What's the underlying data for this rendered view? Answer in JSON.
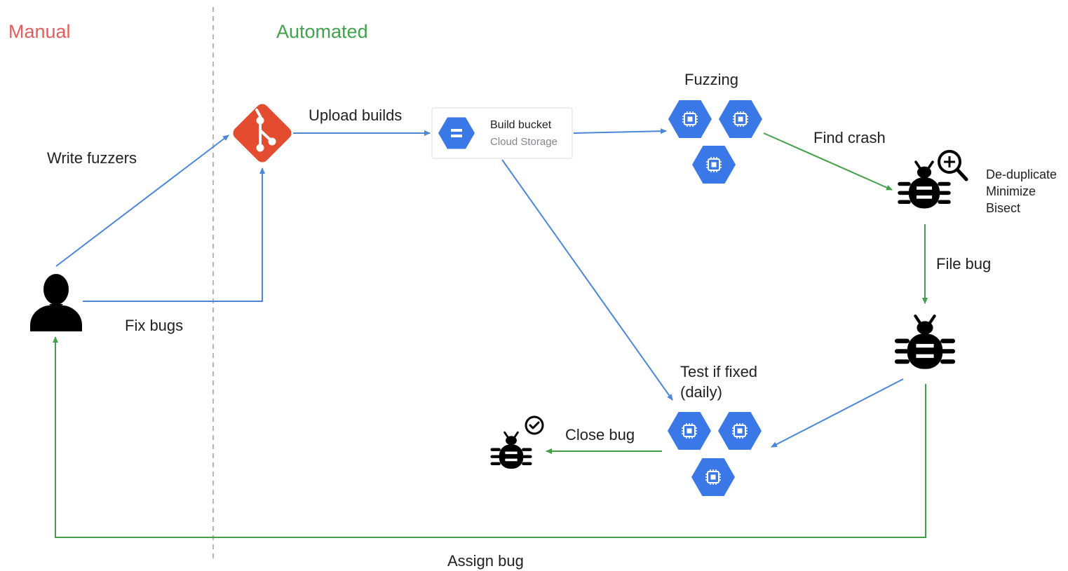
{
  "sections": {
    "manual": {
      "label": "Manual",
      "color": "#e35d5b"
    },
    "automated": {
      "label": "Automated",
      "color": "#3fa34d"
    }
  },
  "colors": {
    "blue_edge": "#4a86d9",
    "green_edge": "#43a047",
    "hex_blue": "#3b78e7",
    "git_red": "#e44c30",
    "divider": "#9e9e9e",
    "icon_black": "#000000"
  },
  "nodes": {
    "developer": {
      "icon": "person-icon"
    },
    "git": {
      "icon": "git-logo-icon"
    },
    "build_bucket": {
      "title": "Build bucket",
      "subtitle": "Cloud Storage",
      "icon": "cloud-storage-icon"
    },
    "fuzzing": {
      "label": "Fuzzing",
      "icon": "compute-engine-hex-icon"
    },
    "triage": {
      "icon": "bug-search-icon",
      "steps": [
        "De-duplicate",
        "Minimize",
        "Bisect"
      ]
    },
    "filed_bug": {
      "icon": "bug-icon"
    },
    "regression_test": {
      "label_lines": [
        "Test if fixed",
        "(daily)"
      ],
      "icon": "compute-engine-hex-icon"
    },
    "closed_bug": {
      "icon": "bug-check-icon"
    }
  },
  "edges": {
    "write_fuzzers": "Write fuzzers",
    "fix_bugs": "Fix bugs",
    "upload_builds": "Upload builds",
    "find_crash": "Find crash",
    "file_bug": "File bug",
    "close_bug": "Close bug",
    "assign_bug": "Assign bug"
  }
}
